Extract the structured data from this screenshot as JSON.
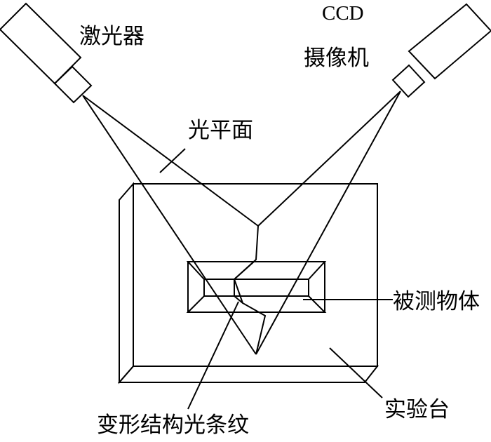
{
  "labels": {
    "laser": "激光器",
    "ccd": "CCD",
    "camera": "摄像机",
    "light_plane": "光平面",
    "measured_object": "被测物体",
    "test_bench": "实验台",
    "deformed_stripe": "变形结构光条纹"
  },
  "colors": {
    "stroke": "#000000",
    "bench_top": "#ebebeb",
    "bench_side": "#bdbdbd",
    "object_outer": "#7f7f7f",
    "object_inner": "#a6a6a6",
    "device_body": "#ffffff"
  }
}
